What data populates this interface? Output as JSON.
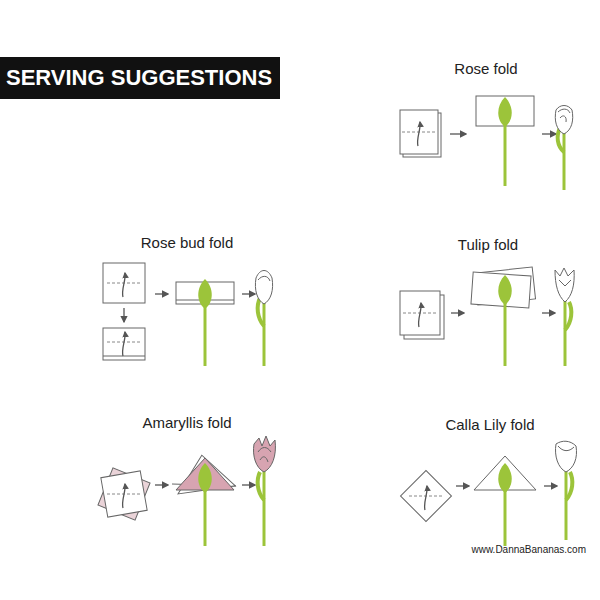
{
  "diagram": {
    "title": "SERVING SUGGESTIONS",
    "labels": [
      "Rose fold",
      "Rose bud fold",
      "Tulip fold",
      "Amaryllis fold",
      "Calla Lily fold",
      "www.DannaBananas.com"
    ]
  }
}
